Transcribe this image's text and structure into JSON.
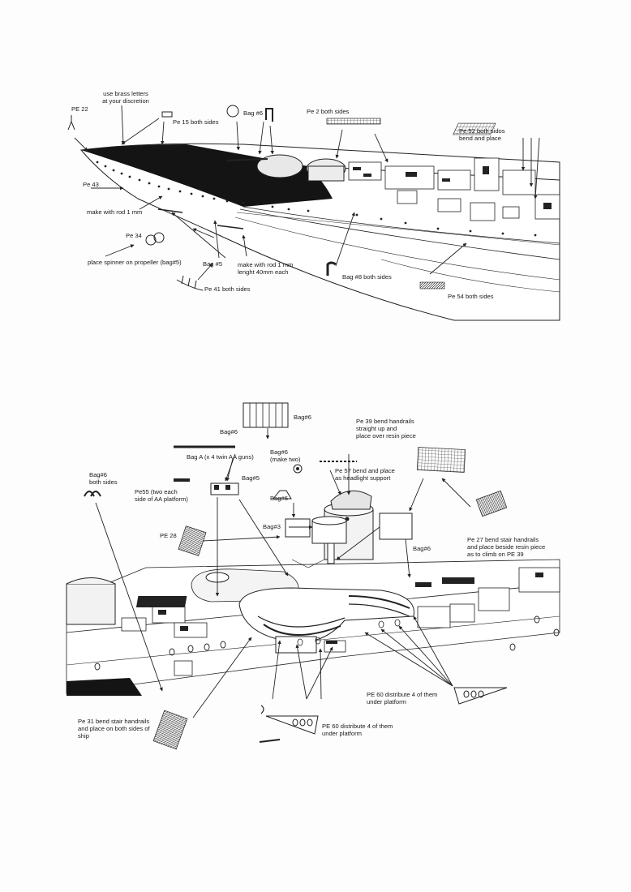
{
  "top_labels": {
    "pe22": "PE 22",
    "brass_letters": "use brass letters\nat your discretion",
    "pe15": "Pe 15 both sides",
    "bag6_top": "Bag #6",
    "pe2": "Pe 2 both sides",
    "pe52": "Pe 52 both sidos\nbend and place",
    "pe43": "Pe 43",
    "rod1mm": "make with rod 1 mm",
    "pe34": "Pe 34",
    "spinner": "place spinner on propeller (bag#5)",
    "bag5": "Bag #5",
    "rod40": "make with rod 1 mm\nlenght 40mm each",
    "pe41": "Pe 41 both sides",
    "bag8": "Bag #8 both sides",
    "pe54": "Pe 54 both sides"
  },
  "bottom_labels": {
    "bag6_a": "Bag#6",
    "bag6_b": "Bag#6",
    "pe39": "Pe 39 bend handrails\nstraight up and\nplace over resin piece",
    "bagA": "Bag A (x 4 twin AA guns)",
    "bag6_make_two": "Bag#6\n(make two)",
    "bag5_b": "Bag#5",
    "pe57": "Pe 57 bend and place\nas headlight support",
    "bag6_both": "Bag#6\nboth sides",
    "pe55": "Pe55 (two each\nside of AA platform)",
    "bag6_c": "Bag#6",
    "bag3": "Bag#3",
    "pe28": "PE 28",
    "pe27": "Pe 27 bend stair handrails\n and place beside resin piece\nas to climb on PE 39",
    "bag6_d": "Bag#6",
    "pe60_right": "PE 60 distribute 4 of them\nunder platform",
    "pe31": "Pe 31 bend stair handrails\n and place on both sides of\nship",
    "pe60_left": "PE 60 distribute 4 of them\nunder platform"
  }
}
